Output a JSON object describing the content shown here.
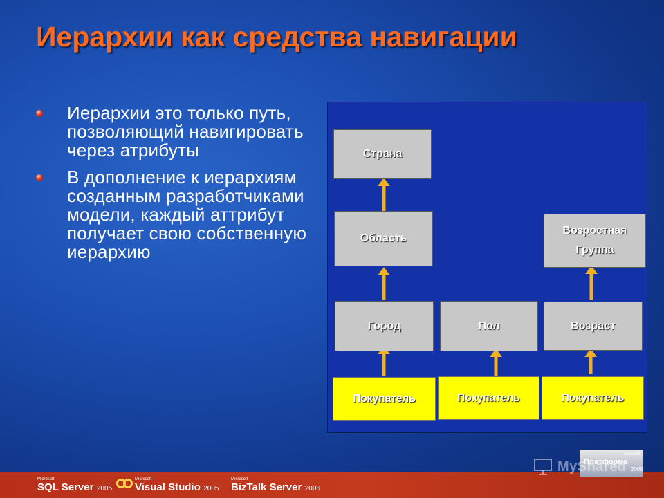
{
  "slide": {
    "title": "Иерархии как средства навигации",
    "bullets": [
      "Иерархии это только путь, позволяющий навигировать через атрибуты",
      "В дополнение к иерархиям созданным разработчиками модели, каждый аттрибут получает свою собственную иерархию"
    ]
  },
  "diagram": {
    "colors": {
      "gray_box": "#c8c8c8",
      "yellow_box": "#ffff00",
      "arrow": "#f0b020",
      "panel": "#1332a8"
    },
    "boxes": {
      "country": "Страна",
      "region": "Область",
      "age_group_line1": "Возростная",
      "age_group_line2": "Группа",
      "city": "Город",
      "gender": "Пол",
      "age": "Возраст",
      "customer_1": "Покупатель",
      "customer_2": "Покупатель",
      "customer_3": "Покупатель"
    }
  },
  "footer": {
    "products": [
      {
        "maker": "Microsoft",
        "name": "SQL Server",
        "version": "2005"
      },
      {
        "maker": "Microsoft",
        "name": "Visual Studio",
        "version": "2005"
      },
      {
        "maker": "Microsoft",
        "name": "BizTalk Server",
        "version": "2006"
      }
    ],
    "platform": {
      "maker": "Microsoft",
      "label": "Платформа",
      "year": "2006"
    },
    "watermark": "MyShared"
  }
}
